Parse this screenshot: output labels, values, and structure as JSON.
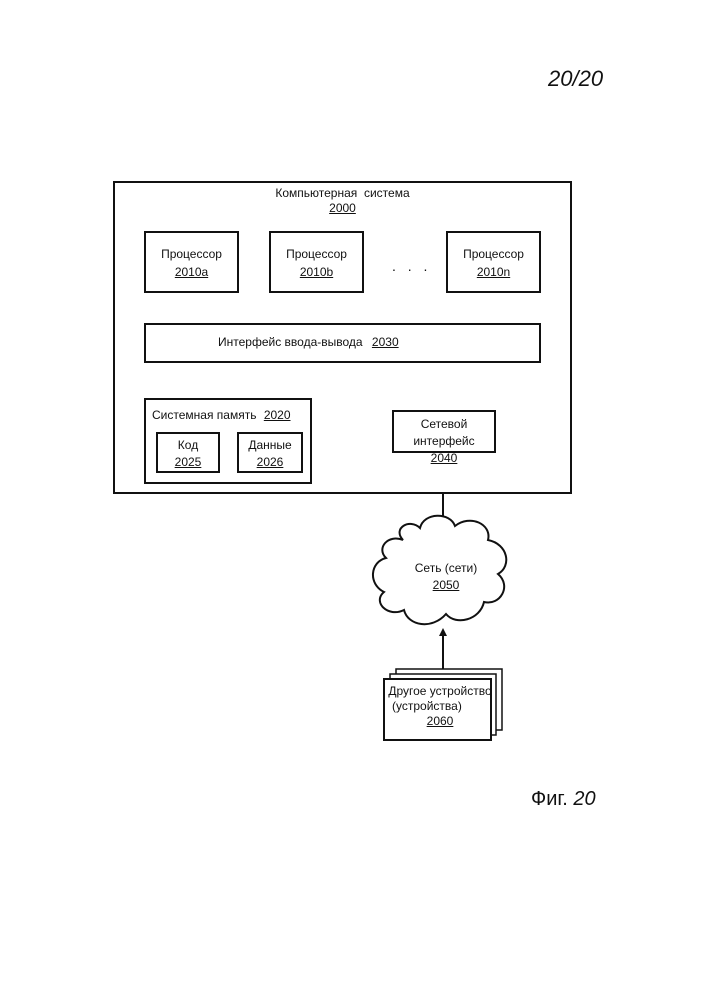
{
  "page_number": "20/20",
  "figure": {
    "label": "Фиг.",
    "number": "20"
  },
  "system": {
    "title": "Компьютерная  система",
    "number": "2000"
  },
  "processors": [
    {
      "label": "Процессор",
      "number": "2010a"
    },
    {
      "label": "Процессор",
      "number": "2010b"
    },
    {
      "label": "Процессор",
      "number": "2010n"
    }
  ],
  "ellipsis": ". . .",
  "io_interface": {
    "label": "Интерфейс ввода-вывода",
    "number": "2030"
  },
  "system_memory": {
    "label": "Системная память",
    "number": "2020",
    "code": {
      "label": "Код",
      "number": "2025"
    },
    "data": {
      "label": "Данные",
      "number": "2026"
    }
  },
  "network_interface": {
    "label": "Сетевой интерфейс",
    "number": "2040"
  },
  "network": {
    "label": "Сеть (сети)",
    "number": "2050"
  },
  "other_device": {
    "label_line1": "Другое устройство",
    "label_line2": "(устройства)",
    "number": "2060"
  }
}
